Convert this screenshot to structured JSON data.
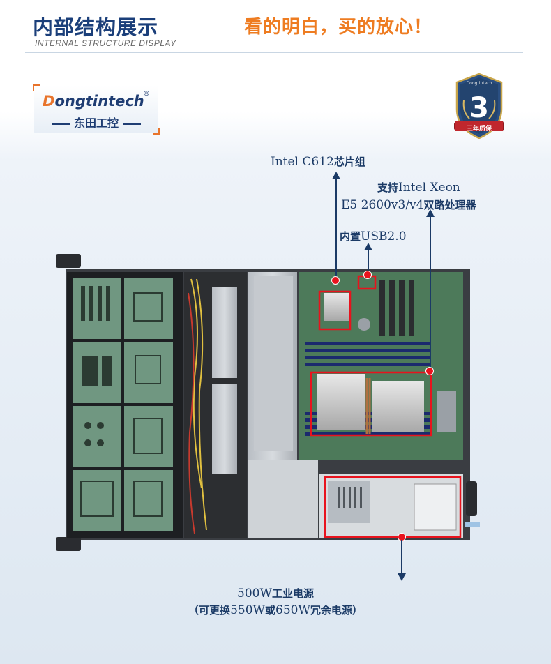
{
  "header": {
    "title": "内部结构展示",
    "subtitle": "INTERNAL STRUCTURE DISPLAY",
    "slogan": "看的明白，买的放心！"
  },
  "logo": {
    "brand_en": "Dongtintech",
    "brand_en_first": "D",
    "brand_en_rest": "ongtintech",
    "brand_cn": "东田工控",
    "registered": "®"
  },
  "warranty_badge": {
    "brand": "Dongtintech",
    "number": "3",
    "label": "三年质保"
  },
  "callouts": {
    "chipset": {
      "prefix": "Intel C612",
      "suffix": "芯片组"
    },
    "cpu_line1": {
      "prefix": "支持",
      "suffix": "Intel Xeon"
    },
    "cpu_line2": {
      "prefix": "E5 2600v3/v4",
      "suffix": "双路处理器"
    },
    "usb": {
      "prefix": "内置",
      "suffix": "USB2.0"
    },
    "psu_line1": {
      "prefix": "500W",
      "suffix": "工业电源"
    },
    "psu_line2": {
      "p1": "（可更换",
      "v1": "550W",
      "p2": "或",
      "v2": "650W",
      "p3": "冗余电源）"
    }
  },
  "colors": {
    "title_blue": "#1b3f7a",
    "slogan_orange": "#ee7c21",
    "callout_text": "#1b3a66",
    "highlight_red": "#e8131d"
  }
}
